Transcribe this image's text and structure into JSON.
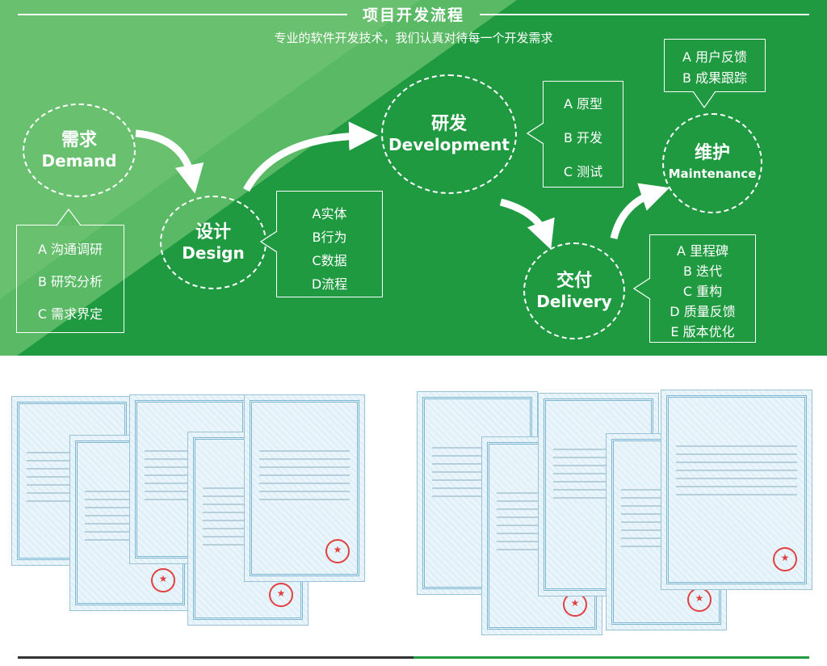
{
  "header": {
    "title": "项目开发流程",
    "subtitle": "专业的软件开发技术，我们认真对待每一个开发需求"
  },
  "stages": {
    "demand": {
      "cn": "需求",
      "en": "Demand"
    },
    "design": {
      "cn": "设计",
      "en": "Design"
    },
    "development": {
      "cn": "研发",
      "en": "Development"
    },
    "delivery": {
      "cn": "交付",
      "en": "Delivery"
    },
    "maintenance": {
      "cn": "维护",
      "en": "Maintenance"
    }
  },
  "details": {
    "demand": [
      "A 沟通调研",
      "B 研究分析",
      "C 需求界定"
    ],
    "design": [
      "A实体",
      "B行为",
      "C数据",
      "D流程"
    ],
    "development": [
      "A 原型",
      "B 开发",
      "C 测试"
    ],
    "delivery": [
      "A 里程碑",
      "B 迭代",
      "C 重构",
      "D 质量反馈",
      "E 版本优化"
    ],
    "maintenance": [
      "A 用户反馈",
      "B 成果跟踪"
    ]
  },
  "colors": {
    "brand_green": "#1f9a40",
    "text": "#ffffff"
  }
}
